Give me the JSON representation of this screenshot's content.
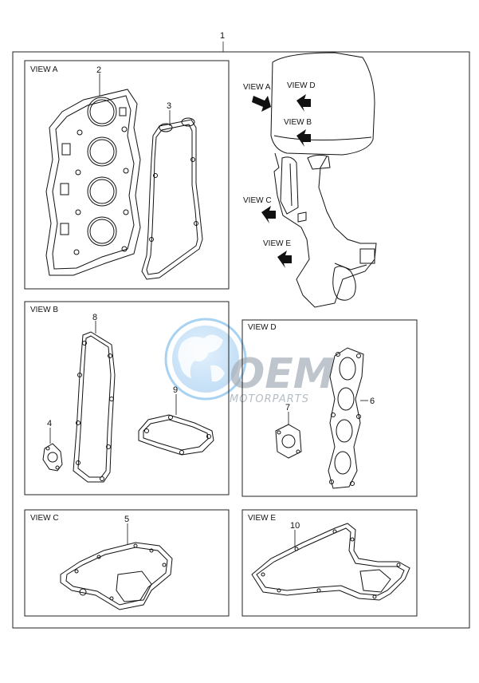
{
  "top_callout": "1",
  "views": {
    "a": {
      "title": "VIEW A",
      "parts": [
        "2",
        "3"
      ]
    },
    "b": {
      "title": "VIEW B",
      "parts": [
        "8",
        "9",
        "4"
      ]
    },
    "c": {
      "title": "VIEW C",
      "parts": [
        "5"
      ]
    },
    "d": {
      "title": "VIEW D",
      "parts": [
        "7",
        "6"
      ]
    },
    "e": {
      "title": "VIEW E",
      "parts": [
        "10"
      ]
    }
  },
  "engine_labels": {
    "view_a": "VIEW A",
    "view_b": "VIEW B",
    "view_c": "VIEW C",
    "view_d": "VIEW D",
    "view_e": "VIEW E"
  },
  "watermark": {
    "logo_text": "OEM",
    "sub_text": "MOTORPARTS",
    "color": "#3d8fd6"
  },
  "colors": {
    "line": "#111111",
    "background": "#ffffff"
  }
}
